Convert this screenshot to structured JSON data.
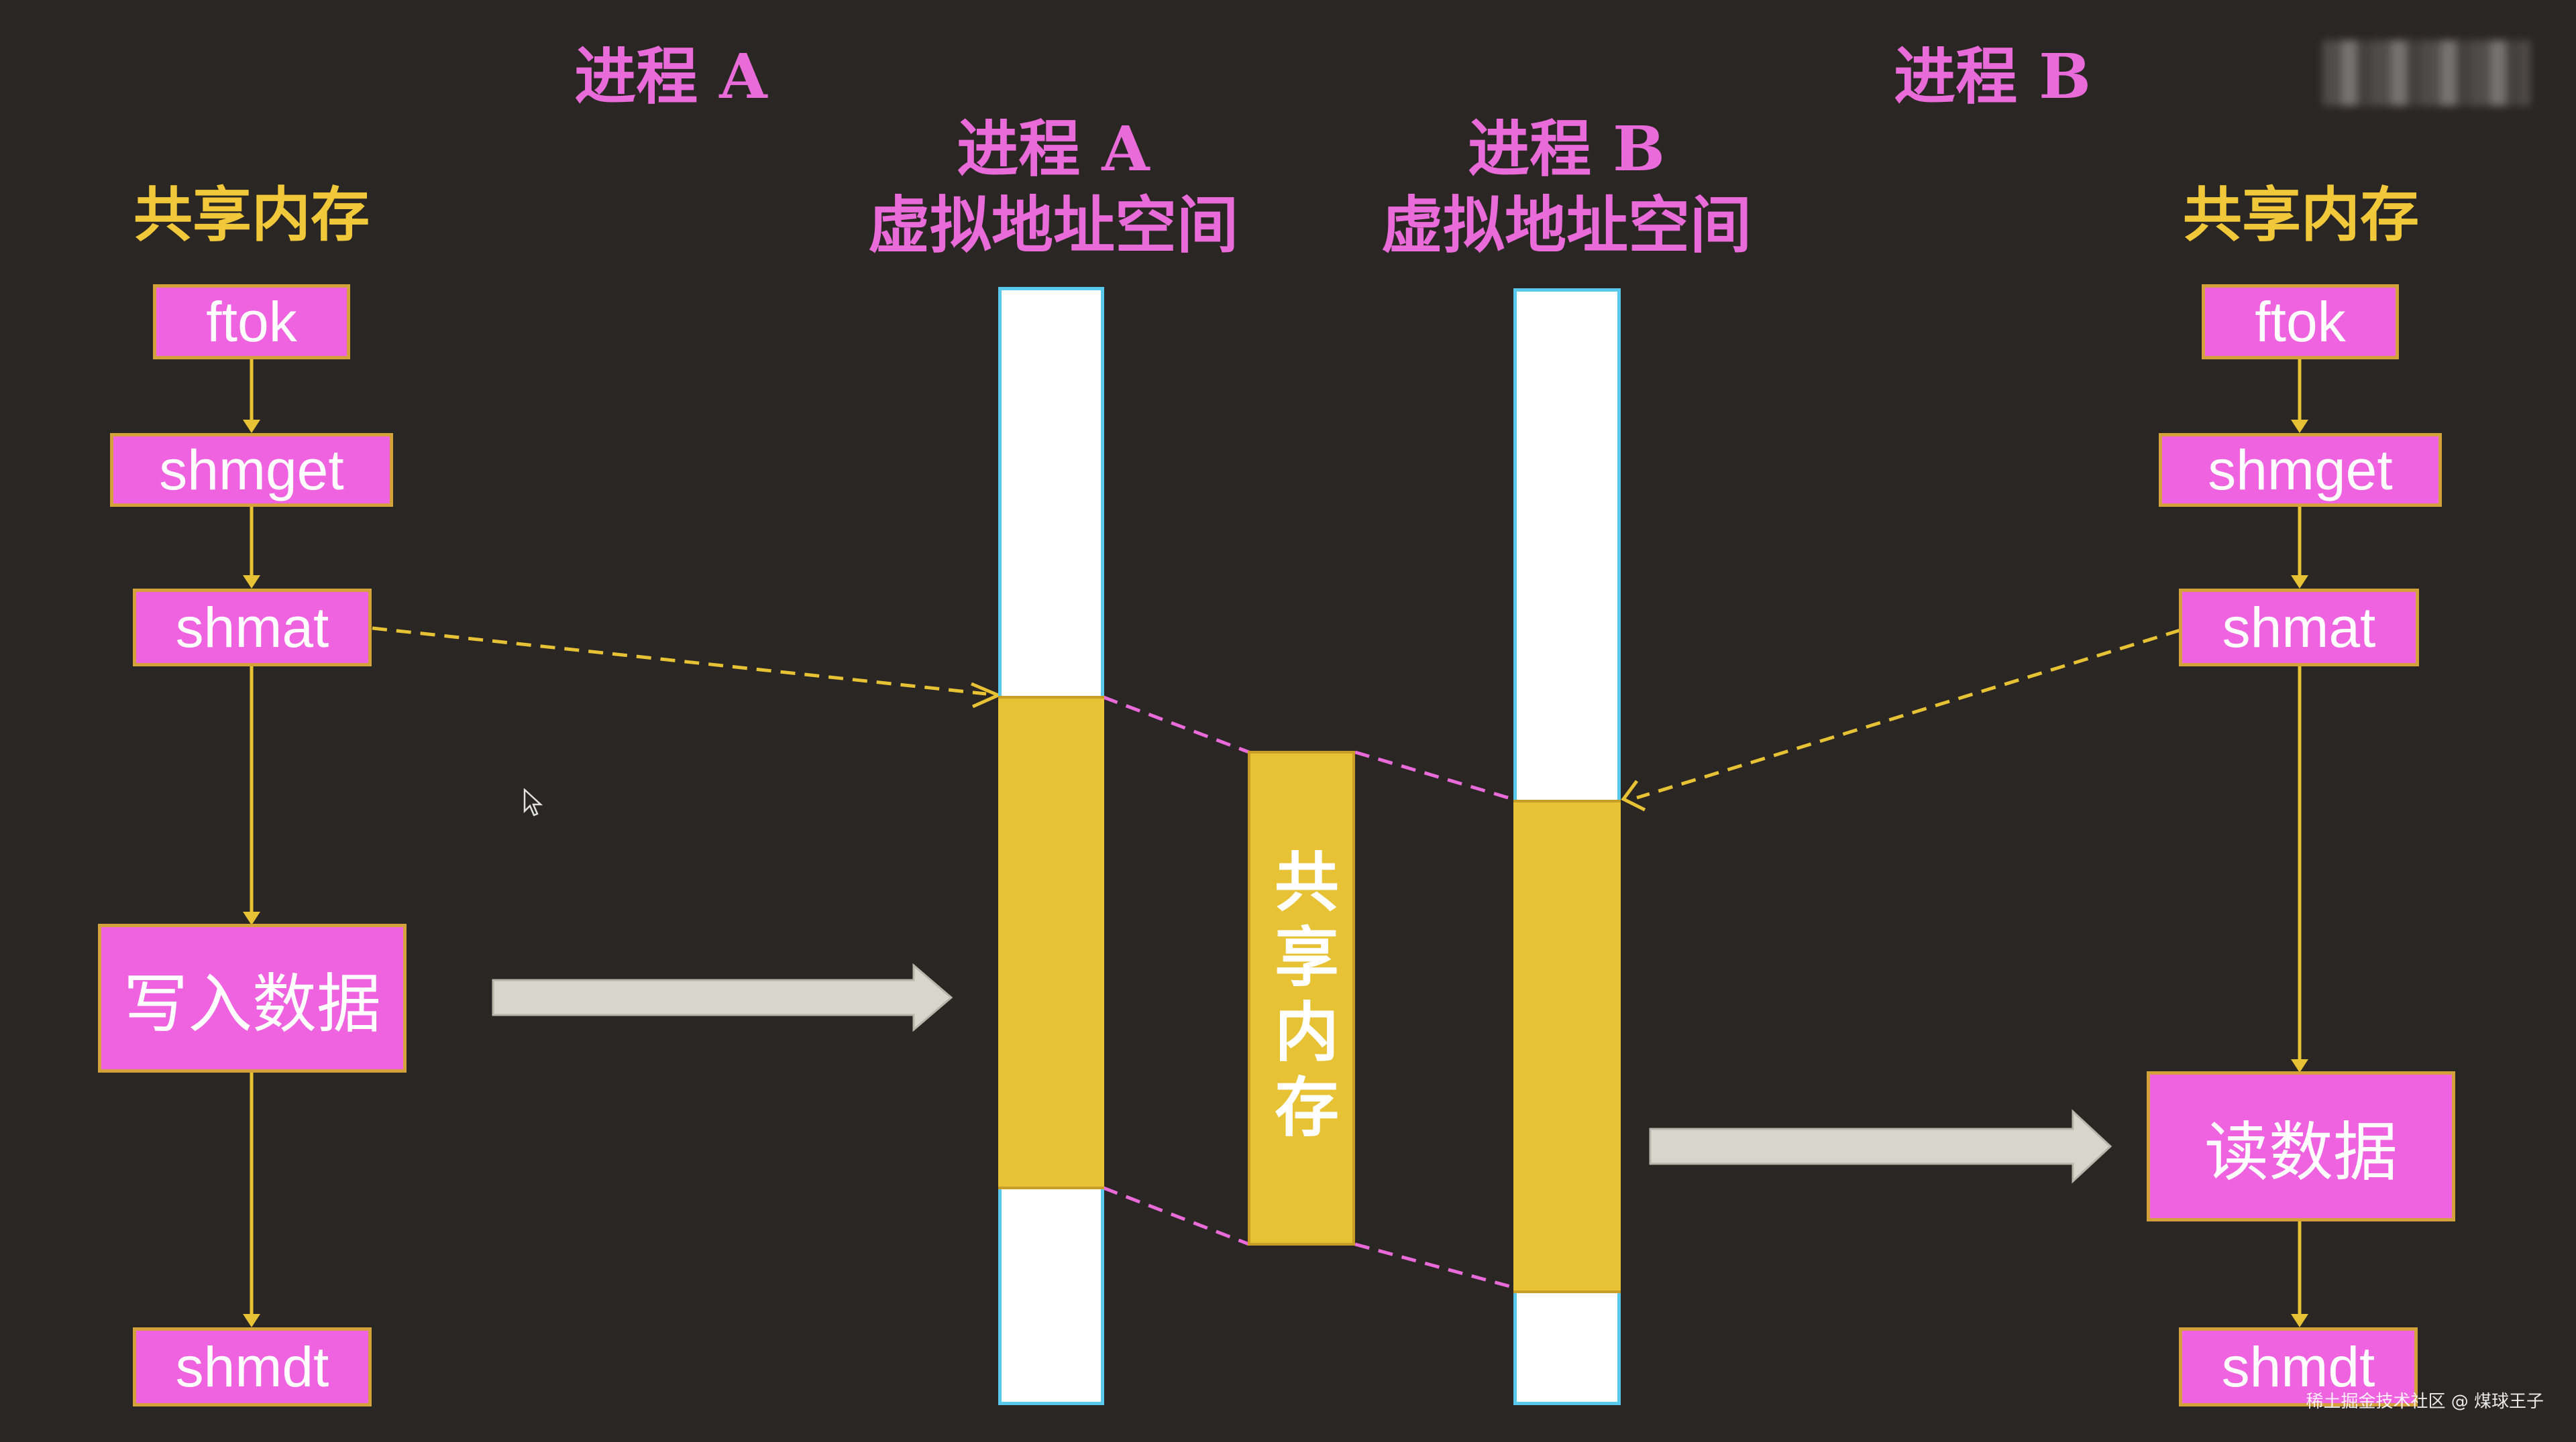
{
  "titles": {
    "process_a": "进程 A",
    "process_b": "进程 B",
    "vspace_a_line1": "进程 A",
    "vspace_a_line2": "虚拟地址空间",
    "vspace_b_line1": "进程 B",
    "vspace_b_line2": "虚拟地址空间",
    "shm_a": "共享内存",
    "shm_b": "共享内存"
  },
  "flow_a": {
    "ftok": "ftok",
    "shmget": "shmget",
    "shmat": "shmat",
    "write": "写入数据",
    "shmdt": "shmdt"
  },
  "flow_b": {
    "ftok": "ftok",
    "shmget": "shmget",
    "shmat": "shmat",
    "read": "读数据",
    "shmdt": "shmdt"
  },
  "center": {
    "shared_memory": "共享内存"
  },
  "watermark": "稀土掘金技术社区 @ 煤球王子",
  "colors": {
    "background": "#2a2623",
    "title_pink": "#e96bd9",
    "header_yellow": "#f0c83a",
    "box_pink": "#ef62e0",
    "shared_gold": "#e7c234",
    "bar_border_cyan": "#58c8ec",
    "arrow_gray": "#d8d6cc"
  }
}
